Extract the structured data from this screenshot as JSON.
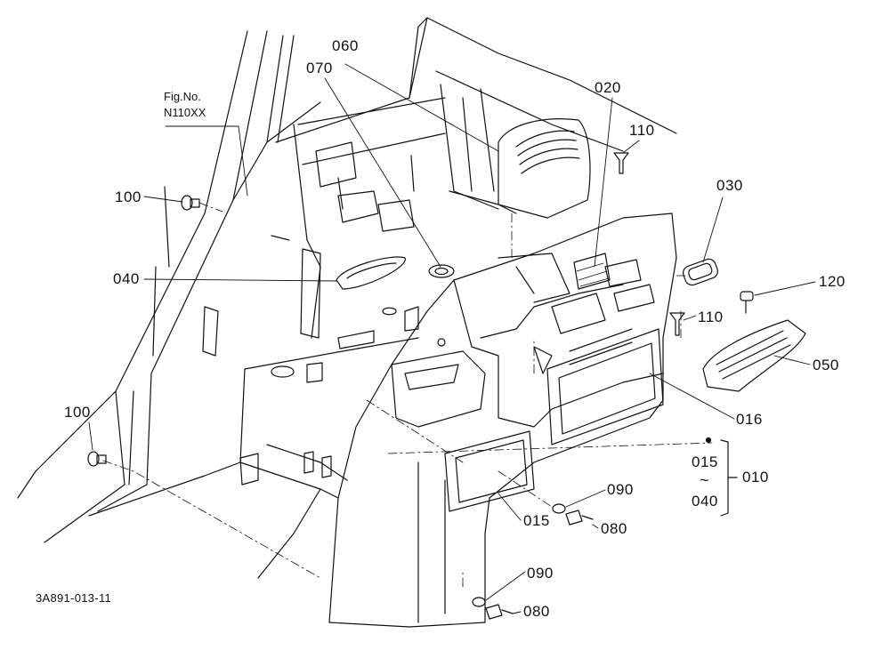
{
  "figure": {
    "caption_line1": "Fig.No.",
    "caption_line2": "N110XX",
    "code": "3A891-013-11"
  },
  "callouts": {
    "c060": "060",
    "c070": "070",
    "c020": "020",
    "c110a": "110",
    "c030": "030",
    "c100a": "100",
    "c040": "040",
    "c120": "120",
    "c110b": "110",
    "c050": "050",
    "c016": "016",
    "c100b": "100",
    "c015a": "015",
    "c010": "010",
    "c040b": "040",
    "c090a": "090",
    "c080a": "080",
    "c015b": "015",
    "c090b": "090",
    "c080b": "080",
    "range_sep": "~"
  }
}
